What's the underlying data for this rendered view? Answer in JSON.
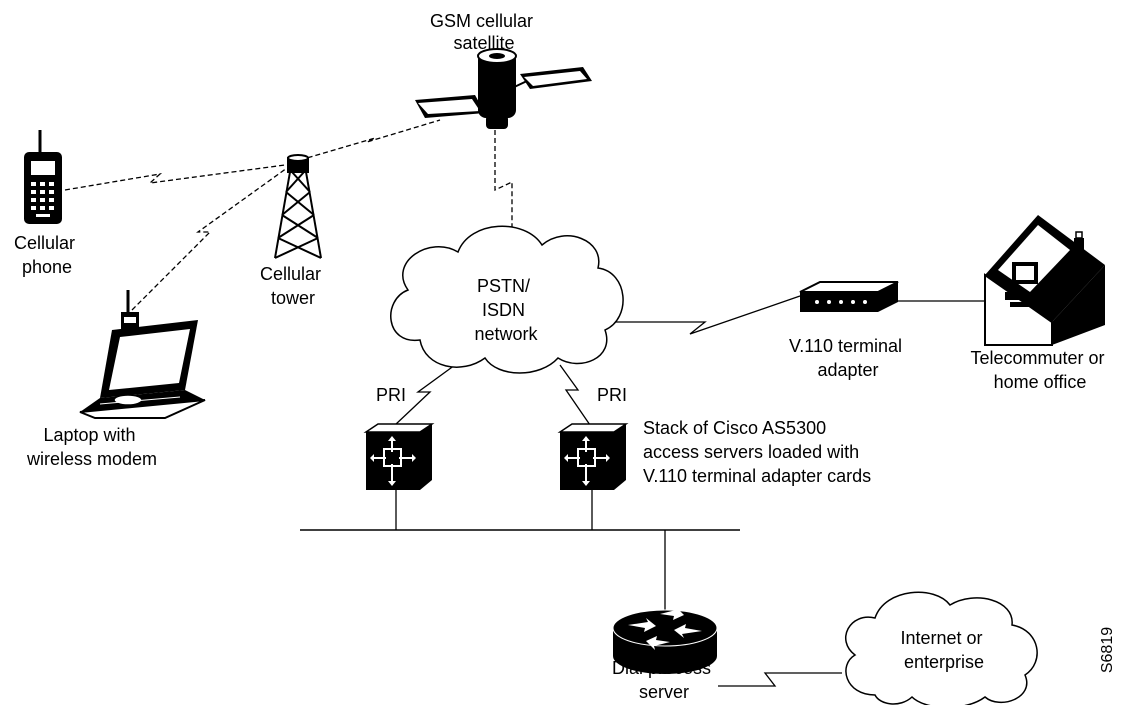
{
  "satellite": {
    "label_lines": [
      "GSM cellular",
      "satellite"
    ]
  },
  "cellular_phone": {
    "label_lines": [
      "Cellular",
      "phone"
    ]
  },
  "cellular_tower": {
    "label_lines": [
      "Cellular",
      "tower"
    ]
  },
  "laptop": {
    "label_lines": [
      "Laptop with",
      "wireless modem"
    ]
  },
  "pstn_cloud": {
    "label_lines": [
      "PSTN/",
      "ISDN",
      "network"
    ]
  },
  "terminal_adapter": {
    "label_lines": [
      "V.110 terminal",
      "adapter"
    ]
  },
  "home_office": {
    "label_lines": [
      "Telecommuter or",
      "home office"
    ]
  },
  "pri_links": [
    "PRI",
    "PRI"
  ],
  "access_server_stack": {
    "label_lines": [
      "Stack of Cisco AS5300",
      "access servers loaded with",
      "V.110 terminal adapter cards"
    ]
  },
  "dial_process_server": {
    "label_lines": [
      "Dial process",
      "server"
    ]
  },
  "internet_cloud": {
    "label_lines": [
      "Internet or",
      "enterprise"
    ]
  },
  "figure_id": "S6819"
}
